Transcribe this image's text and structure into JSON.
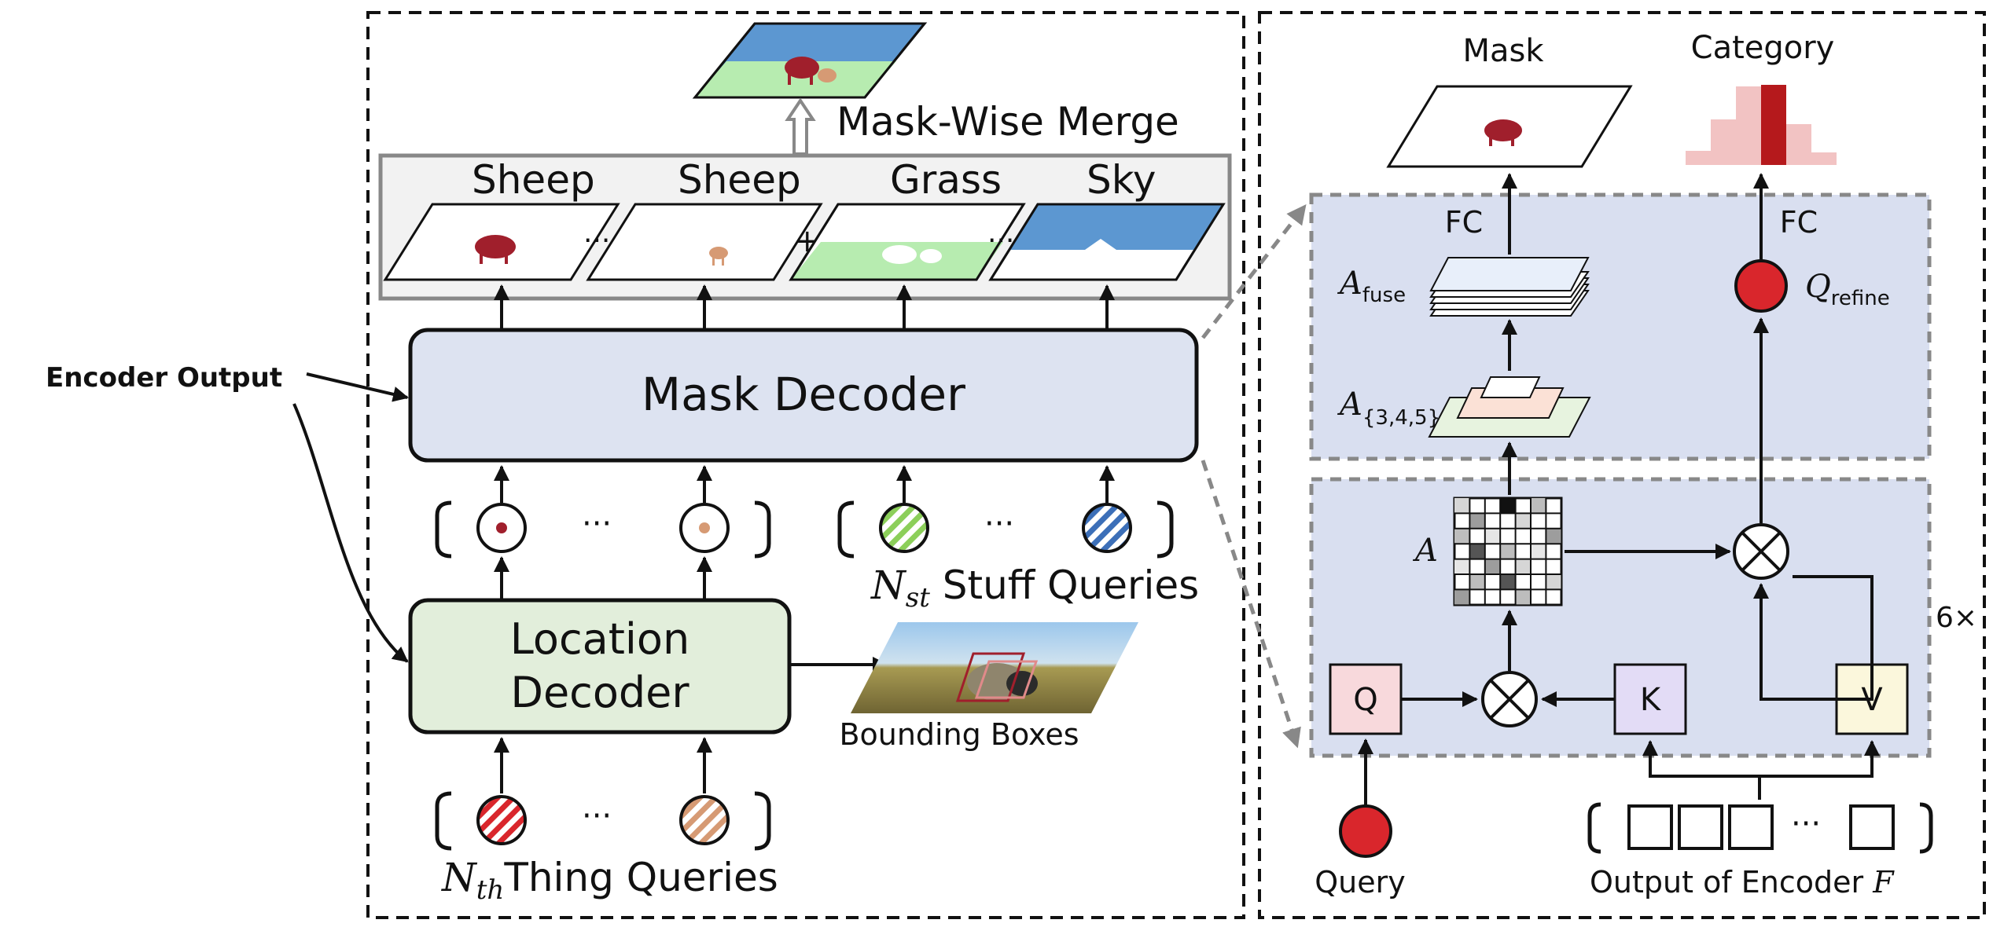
{
  "left_panel": {
    "encoder_output_label": "Encoder Output",
    "mask_decoder_label": "Mask Decoder",
    "location_decoder_line1": "Location",
    "location_decoder_line2": "Decoder",
    "merge_label": "Mask-Wise Merge",
    "mask_labels": [
      {
        "text": "Sheep",
        "color": "#8c1c26"
      },
      {
        "text": "Sheep",
        "color": "#c8866a"
      },
      {
        "text": "Grass",
        "color": "#7cb542"
      },
      {
        "text": "Sky",
        "color": "#4a7fc0"
      }
    ],
    "ellipsis": "···",
    "plus": "+",
    "bounding_boxes_label": "Bounding Boxes",
    "stuff_queries_symbol": "N",
    "stuff_queries_sub": "st",
    "stuff_queries_label": " Stuff Queries",
    "thing_queries_symbol": "N",
    "thing_queries_sub": "th",
    "thing_queries_label": "Thing Queries"
  },
  "right_panel": {
    "mask_title": "Mask",
    "category_title": "Category",
    "fc_left": "FC",
    "fc_right": "FC",
    "a_fuse_symbol": "A",
    "a_fuse_sub": "fuse",
    "a_multi_symbol": "A",
    "a_multi_sub": "{3,4,5}",
    "a_symbol": "A",
    "q_refine_symbol": "Q",
    "q_refine_sub": "refine",
    "q_box": "Q",
    "k_box": "K",
    "v_box": "V",
    "repeat_label": "6×",
    "query_label": "Query",
    "encoder_output_label": "Output of Encoder ",
    "encoder_output_symbol": "F",
    "ellipsis": "···"
  },
  "colors": {
    "mask_decoder_fill": "#dde3f1",
    "location_decoder_fill": "#e2eedb",
    "attention_panel_fill": "#d9dff0",
    "q_box_fill": "#f8d9dc",
    "k_box_fill": "#e3dcf6",
    "v_box_fill": "#fbf7dc",
    "query_red": "#d9262c",
    "category_bar_dark": "#b5191c",
    "category_bar_light": "#f2c3c3",
    "sky_blue": "#5c97d1",
    "grass_green": "#b7ecb0"
  }
}
